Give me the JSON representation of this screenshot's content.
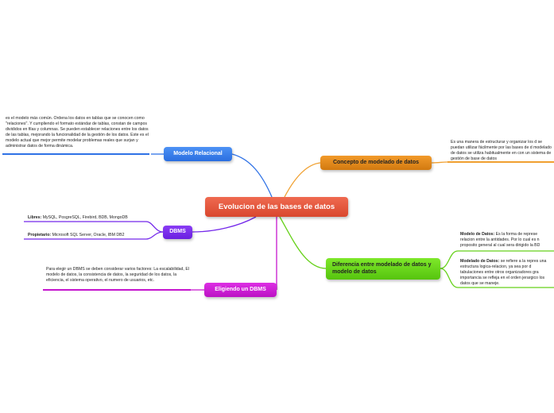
{
  "root": {
    "label": "Evolucion de las bases de datos"
  },
  "relacional": {
    "label": "Modelo Relacional",
    "note": "es el modelo más común. Ordena los datos en tablas que se conocen como \"relaciones\". Y cumpliendo el formato estándar de tablas, constan de campos divididos en filas y columnas. Se pueden establecer relaciones entre los datos de las tablas, mejorando la funcionalidad de la gestión de los datos. Este es el modelo actual que mejor permite modelar problemas reales que surjan y administrar datos de forma dinámica."
  },
  "dbms": {
    "label": "DBMS",
    "libres_label": "Libres:",
    "libres_text": " MySQL, PosgreSQL, Firebird, BDB, MongoDB",
    "prop_label": "Propietario:",
    "prop_text": " Microsoft SQL Server, Oracle, IBM DB2"
  },
  "eligiendo": {
    "label": "Eligiendo un DBMS",
    "note": "Para elegir un DBMS se deben considerar varios factores: La escalabilidad, El modelo de datos, la consistencia de datos, la seguridad de los datos, la eficiencia, el sistema operativo, el numero de usuarios, etc."
  },
  "concepto": {
    "label": "Concepto de modelado de datos",
    "note": "Es una manera de estructurar y organizar los d se puedan utilizar fácilmente por las bases de d modelado de datos se utiliza habitualmente en con un sistema de gestión de base de datos"
  },
  "diferencia": {
    "label": "Diferencia entre modelado de datos y modelo de datos",
    "modelado_label": "Modelo de Datos:",
    "modelado_text": " Es la forma de represe relacion entre la antidades. Por lo cual es n proposito general al cual sera dirigido la BD",
    "modelo_label": "Modelado de Datos:",
    "modelo_text": " se refiere a la repres una estructura logica-relacion, ya sea por d tabulaciones entre otros organizadores gra importancia se refleja en el orden jerargico los datos que se maneje."
  },
  "colors": {
    "root": "#e04f35",
    "relacional": "#2f72e6",
    "dbms": "#7428ea",
    "eligiendo": "#c516ce",
    "concepto": "#e08a18",
    "diferencia": "#66d11a"
  }
}
